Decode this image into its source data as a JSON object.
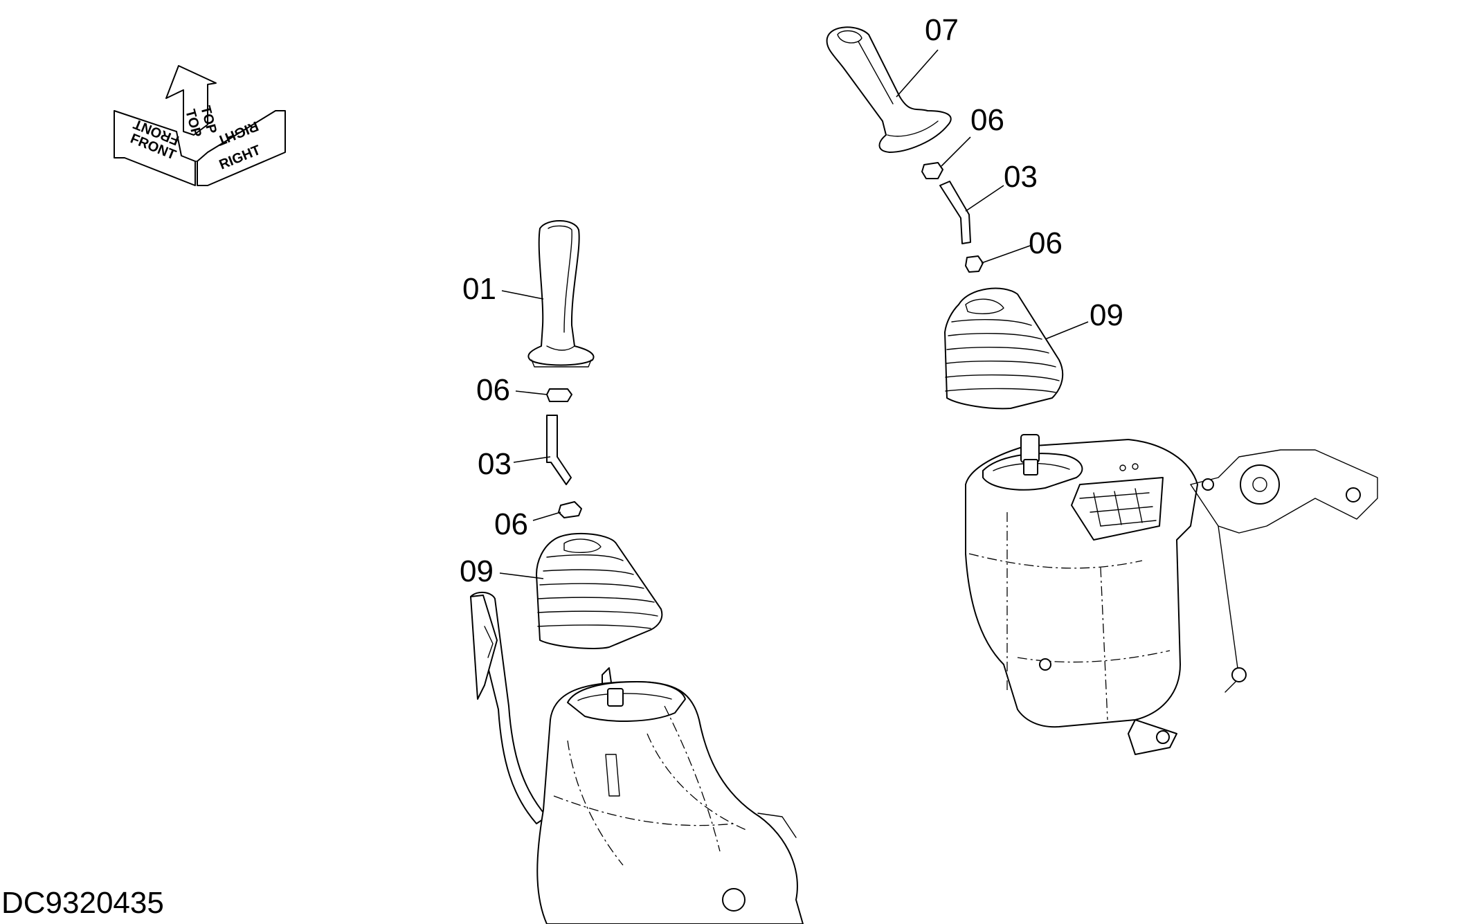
{
  "orientation": {
    "front": "FRONT",
    "top": "TOP",
    "right": "RIGHT"
  },
  "callouts": {
    "left_assembly": {
      "grip": "01",
      "nut_upper": "06",
      "rod": "03",
      "nut_lower": "06",
      "boot": "09"
    },
    "right_assembly": {
      "grip": "07",
      "nut_upper": "06",
      "rod": "03",
      "nut_lower": "06",
      "boot": "09"
    }
  },
  "document_id": "DC9320435"
}
